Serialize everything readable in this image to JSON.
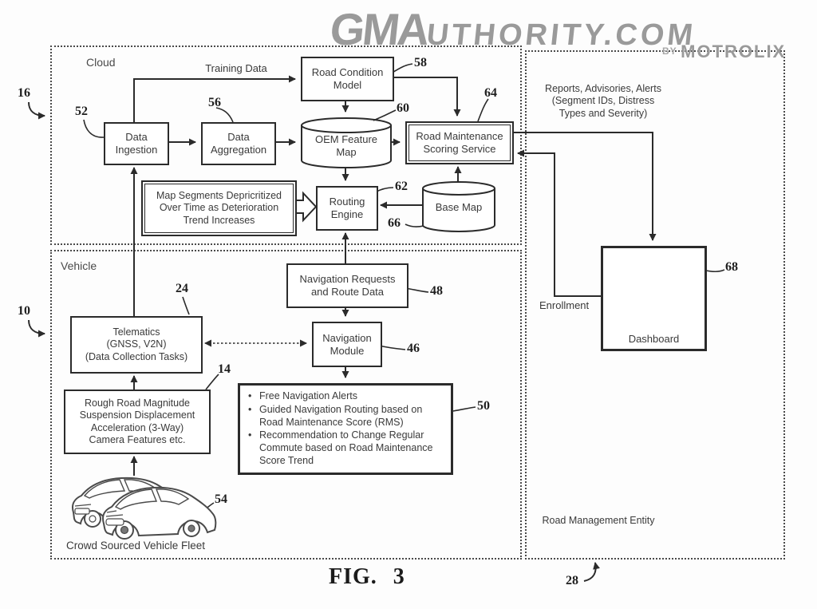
{
  "watermark": {
    "logo_big": "GMA",
    "logo_small": "UTHORITY.COM",
    "by_prefix": "BY",
    "by_brand": "MOTROLIX"
  },
  "fig_label": "FIG. 3",
  "glyphs": {
    "bullet": "•"
  },
  "regions": {
    "cloud": {
      "label": "Cloud",
      "ref": "16"
    },
    "vehicle": {
      "label": "Vehicle",
      "ref": "10"
    },
    "road_management": {
      "label": "Road Management Entity",
      "ref": "28"
    }
  },
  "nodes": {
    "road_condition_model": {
      "label": "Road Condition\nModel",
      "ref": "58"
    },
    "data_ingestion": {
      "label": "Data\nIngestion",
      "ref": "52"
    },
    "data_aggregation": {
      "label": "Data\nAggregation",
      "ref": "56"
    },
    "oem_feature_map": {
      "label": "OEM Feature\nMap",
      "ref": "60"
    },
    "road_maintenance_scoring": {
      "label": "Road Maintenance\nScoring Service",
      "ref": "64"
    },
    "map_segments_note": {
      "label": "Map Segments Depricritized\nOver Time as Deterioration\nTrend Increases"
    },
    "routing_engine": {
      "label": "Routing\nEngine",
      "ref": "62"
    },
    "base_map": {
      "label": "Base Map",
      "ref": "66"
    },
    "navigation_requests": {
      "label": "Navigation Requests\nand Route Data",
      "ref": "48"
    },
    "telematics": {
      "label": "Telematics\n(GNSS, V2N)\n(Data Collection Tasks)",
      "ref": "24"
    },
    "navigation_module": {
      "label": "Navigation\nModule",
      "ref": "46"
    },
    "rough_road_features": {
      "label": "Rough Road Magnitude\nSuspension Displacement\nAcceleration (3-Way)\nCamera Features etc.",
      "ref": "14"
    },
    "vehicle_fleet": {
      "label": "Crowd Sourced Vehicle Fleet",
      "ref": "54"
    },
    "dashboard": {
      "label": "Dashboard",
      "ref": "68"
    }
  },
  "outputs": {
    "ref": "50",
    "bullets": [
      "Free Navigation Alerts",
      "Guided Navigation Routing based on Road Maintenance Score (RMS)",
      "Recommendation to Change Regular Commute based on Road Maintenance Score Trend"
    ]
  },
  "edge_labels": {
    "training_data": "Training Data",
    "reports": "Reports, Advisories, Alerts\n(Segment IDs, Distress\nTypes and Severity)",
    "enrollment": "Enrollment"
  }
}
